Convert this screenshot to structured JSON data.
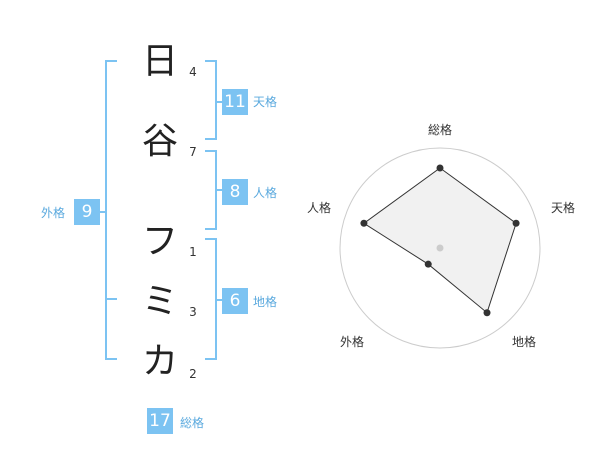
{
  "name": {
    "characters": [
      {
        "char": "日",
        "strokes": "4"
      },
      {
        "char": "谷",
        "strokes": "7"
      },
      {
        "char": "フ",
        "strokes": "1"
      },
      {
        "char": "ミ",
        "strokes": "3"
      },
      {
        "char": "カ",
        "strokes": "2"
      }
    ]
  },
  "scores": {
    "tenkaku": {
      "value": "11",
      "label": "天格"
    },
    "jinkaku": {
      "value": "8",
      "label": "人格"
    },
    "chikaku": {
      "value": "6",
      "label": "地格"
    },
    "gaikaku": {
      "value": "9",
      "label": "外格"
    },
    "soukaku": {
      "value": "17",
      "label": "総格"
    }
  },
  "radar": {
    "axes": [
      "総格",
      "天格",
      "地格",
      "外格",
      "人格"
    ],
    "levels": 5,
    "values": [
      4,
      4,
      4,
      1,
      4
    ],
    "colors": {
      "ring_stroke": "#cccccc",
      "fill": "#eeeeee",
      "line": "#333333",
      "point": "#333333",
      "center": "#cccccc"
    }
  },
  "colors": {
    "accent": "#7cc3f2",
    "label_text": "#5aa9de"
  }
}
